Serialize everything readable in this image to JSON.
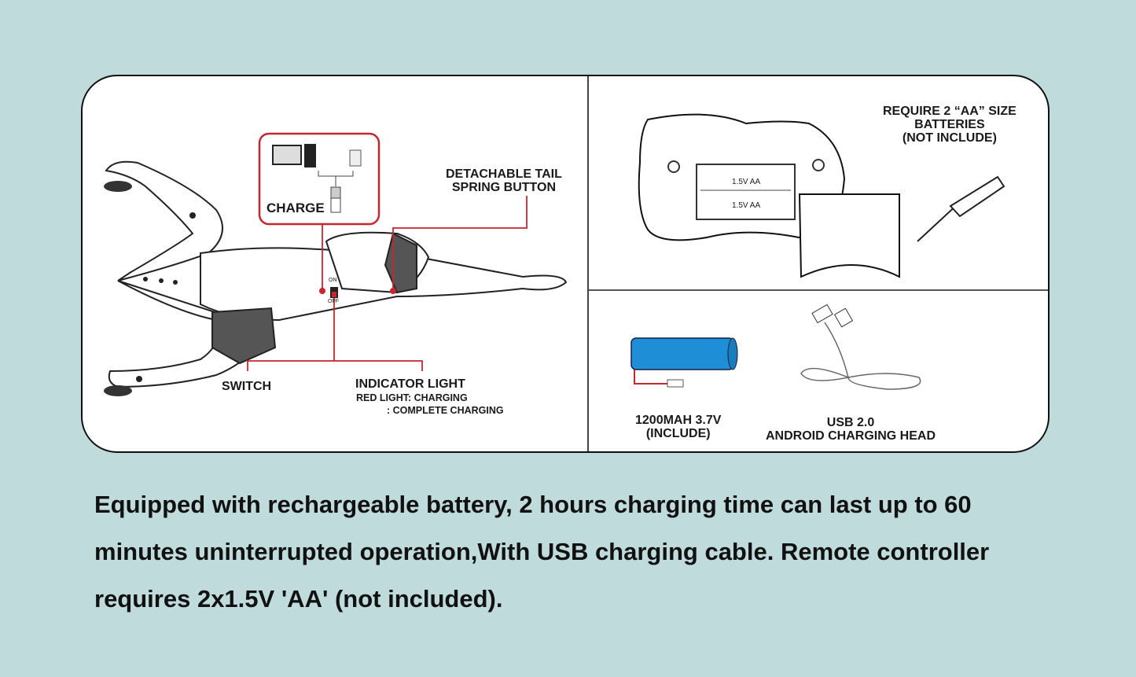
{
  "left_panel": {
    "charge_label": "CHARGE",
    "tail_label_line1": "DETACHABLE TAIL",
    "tail_label_line2": "SPRING BUTTON",
    "switch_on": "ON",
    "switch_off": "OFF",
    "switch_label": "SWITCH",
    "indicator_title": "INDICATOR LIGHT",
    "indicator_line1": "RED LIGHT: CHARGING",
    "indicator_line2": ": COMPLETE CHARGING"
  },
  "top_right_panel": {
    "battery_req_line1": "REQUIRE 2 “AA” SIZE",
    "battery_req_line2": "BATTERIES",
    "battery_req_line3": "(NOT INCLUDE)",
    "cell_label": "1.5V AA"
  },
  "bottom_right_panel": {
    "battery_line1": "1200MAH 3.7V",
    "battery_line2": "(INCLUDE)",
    "cable_line1": "USB 2.0",
    "cable_line2": "ANDROID CHARGING HEAD"
  },
  "caption": "Equipped with rechargeable battery, 2 hours charging time can last up to 60 minutes uninterrupted operation,With USB charging cable. Remote controller requires 2x1.5V 'AA' (not included).",
  "colors": {
    "background": "#bfdbdc",
    "accent_red": "#c8262f",
    "battery_blue": "#1e8fd6"
  }
}
